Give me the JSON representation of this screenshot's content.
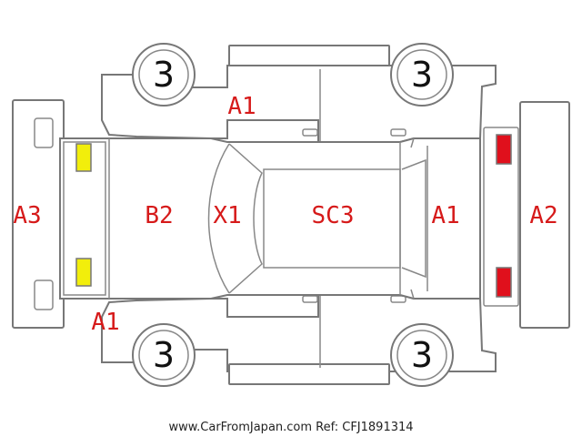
{
  "wheels": {
    "front_left": "3",
    "rear_left": "3",
    "front_right": "3",
    "rear_right": "3"
  },
  "codes": {
    "front_bumper": "A3",
    "rear_bumper": "A2",
    "bonnet": "B2",
    "windscreen": "X1",
    "roof": "SC3",
    "rear_glass": "A1",
    "left_front_quarter": "A1",
    "right_front_quarter": "A1"
  },
  "colors": {
    "code_text": "#d61a1a",
    "front_lamp": "#f2ee0b",
    "rear_lamp": "#e0101c"
  },
  "footer": {
    "text": "www.CarFromJapan.com Ref: CFJ1891314"
  }
}
